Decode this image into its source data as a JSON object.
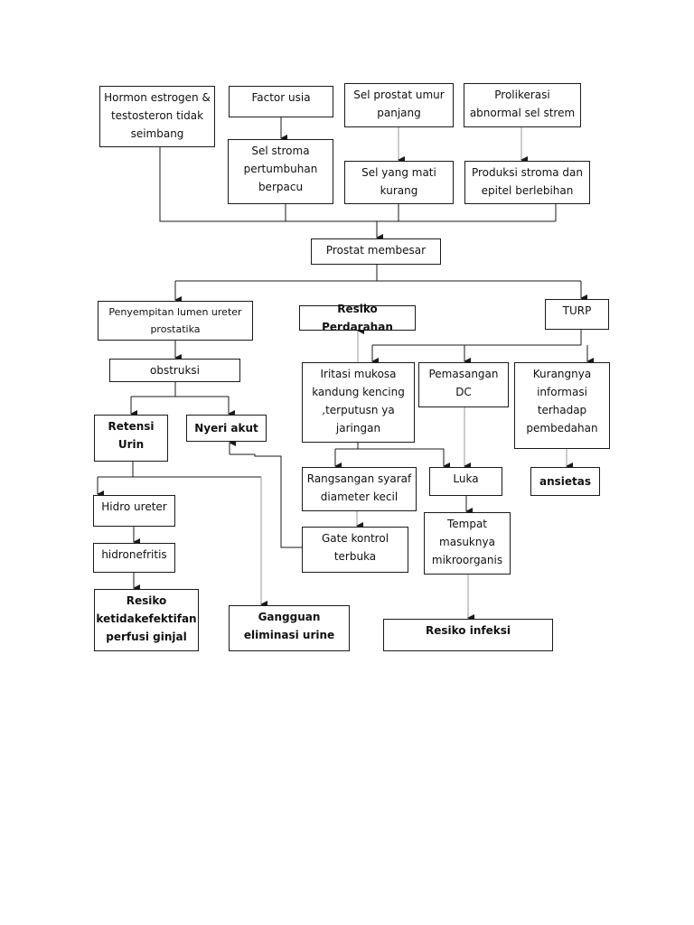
{
  "nodes": {
    "hormon": "Hormon estrogen & testosteron tidak seimbang",
    "factor_usia": "Factor usia",
    "sel_prostat": "Sel prostat umur panjang",
    "prolikerasi": "Prolikerasi abnormal sel strem",
    "sel_stroma": "Sel stroma pertumbuhan berpacu",
    "sel_mati": "Sel yang mati kurang",
    "produksi_stroma": "Produksi stroma dan epitel berlebihan",
    "prostat_membesar": "Prostat membesar",
    "penyempitan": "Penyempitan lumen ureter prostatika",
    "resiko_perdarahan": "Resiko Perdarahan",
    "turp": "TURP",
    "obstruksi": "obstruksi",
    "iritasi": "Iritasi mukosa kandung kencing ,terputusn ya jaringan",
    "pemasangan_dc": "Pemasangan DC",
    "kurangnya_info": "Kurangnya informasi terhadap pembedahan",
    "retensi_urin": "Retensi Urin",
    "nyeri_akut": "Nyeri akut",
    "rangsangan": "Rangsangan syaraf diameter kecil",
    "luka": "Luka",
    "ansietas": "ansietas",
    "hidro_ureter": "Hidro ureter",
    "gate_kontrol": "Gate kontrol terbuka",
    "tempat_masuk": "Tempat masuknya mikroorganis",
    "hidronefritis": "hidronefritis",
    "resiko_ginjal": "Resiko ketidakefektifan perfusi ginjal",
    "gangguan_eliminasi": "Gangguan eliminasi urine",
    "resiko_infeksi": "Resiko infeksi"
  },
  "colors": {
    "line": "#1a1a1a",
    "faint_line": "#9a9a9a"
  }
}
